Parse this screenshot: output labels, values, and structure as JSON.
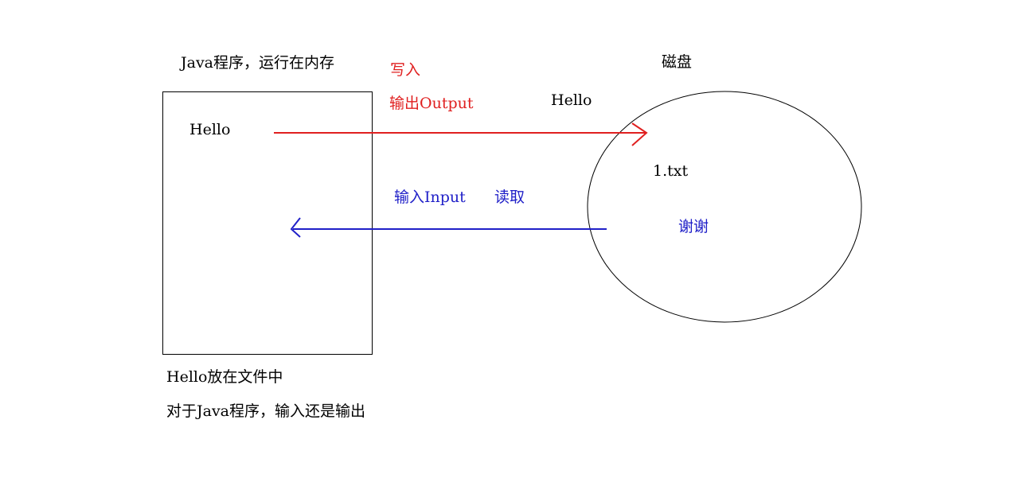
{
  "program": {
    "title": "Java程序，运行在内存",
    "content": "Hello"
  },
  "disk": {
    "title": "磁盘",
    "filename": "1.txt",
    "content": "谢谢"
  },
  "write": {
    "label": "写入",
    "sublabel": "输出Output",
    "data": "Hello"
  },
  "read": {
    "label": "输入Input",
    "sublabel": "读取"
  },
  "notes": {
    "line1": "Hello放在文件中",
    "line2": "对于Java程序，输入还是输出"
  },
  "colors": {
    "write": "#e02020",
    "read": "#2020c8",
    "outline": "#000000"
  }
}
